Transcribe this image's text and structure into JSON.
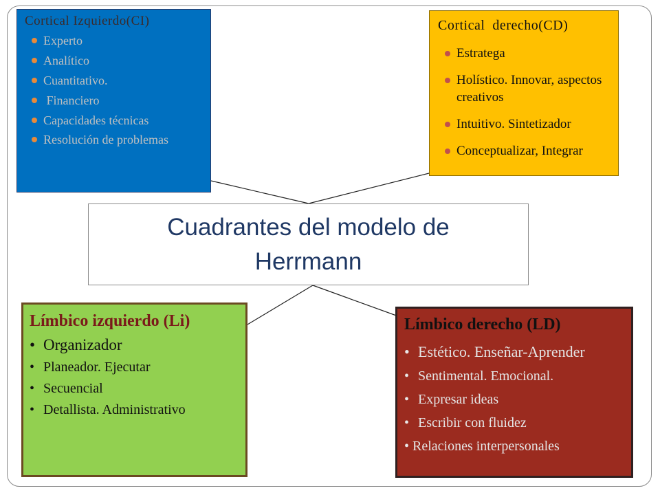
{
  "diagram": {
    "center_title": "Cuadrantes del modelo de Herrmann",
    "cortical_izquierdo": {
      "title": "Cortical Izquierdo(CI)",
      "items": [
        "Experto",
        "Analítico",
        "Cuantitativo.",
        " Financiero",
        "Capacidades técnicas",
        "Resolución de problemas"
      ],
      "colors": {
        "background": "#0070c0",
        "bullet": "#e88a3a"
      }
    },
    "cortical_derecho": {
      "title": "Cortical  derecho(CD)",
      "items": [
        "Estratega",
        "Holístico. Innovar, aspectos creativos",
        "Intuitivo. Sintetizador",
        "Conceptualizar, Integrar"
      ],
      "colors": {
        "background": "#ffc000",
        "bullet": "#c0504d"
      }
    },
    "limbico_izquierdo": {
      "title": "Límbico izquierdo (Li)",
      "items": [
        "Organizador",
        "Planeador. Ejecutar",
        "Secuencial",
        "Detallista. Administrativo"
      ],
      "colors": {
        "background": "#92d050",
        "title": "#7a1a1a"
      }
    },
    "limbico_derecho": {
      "title": "Límbico derecho (LD)",
      "items": [
        "Estético. Enseñar-Aprender",
        "Sentimental. Emocional.",
        "Expresar ideas",
        "Escribir con fluidez",
        "Relaciones interpersonales"
      ],
      "colors": {
        "background": "#9b2b1f"
      }
    }
  }
}
